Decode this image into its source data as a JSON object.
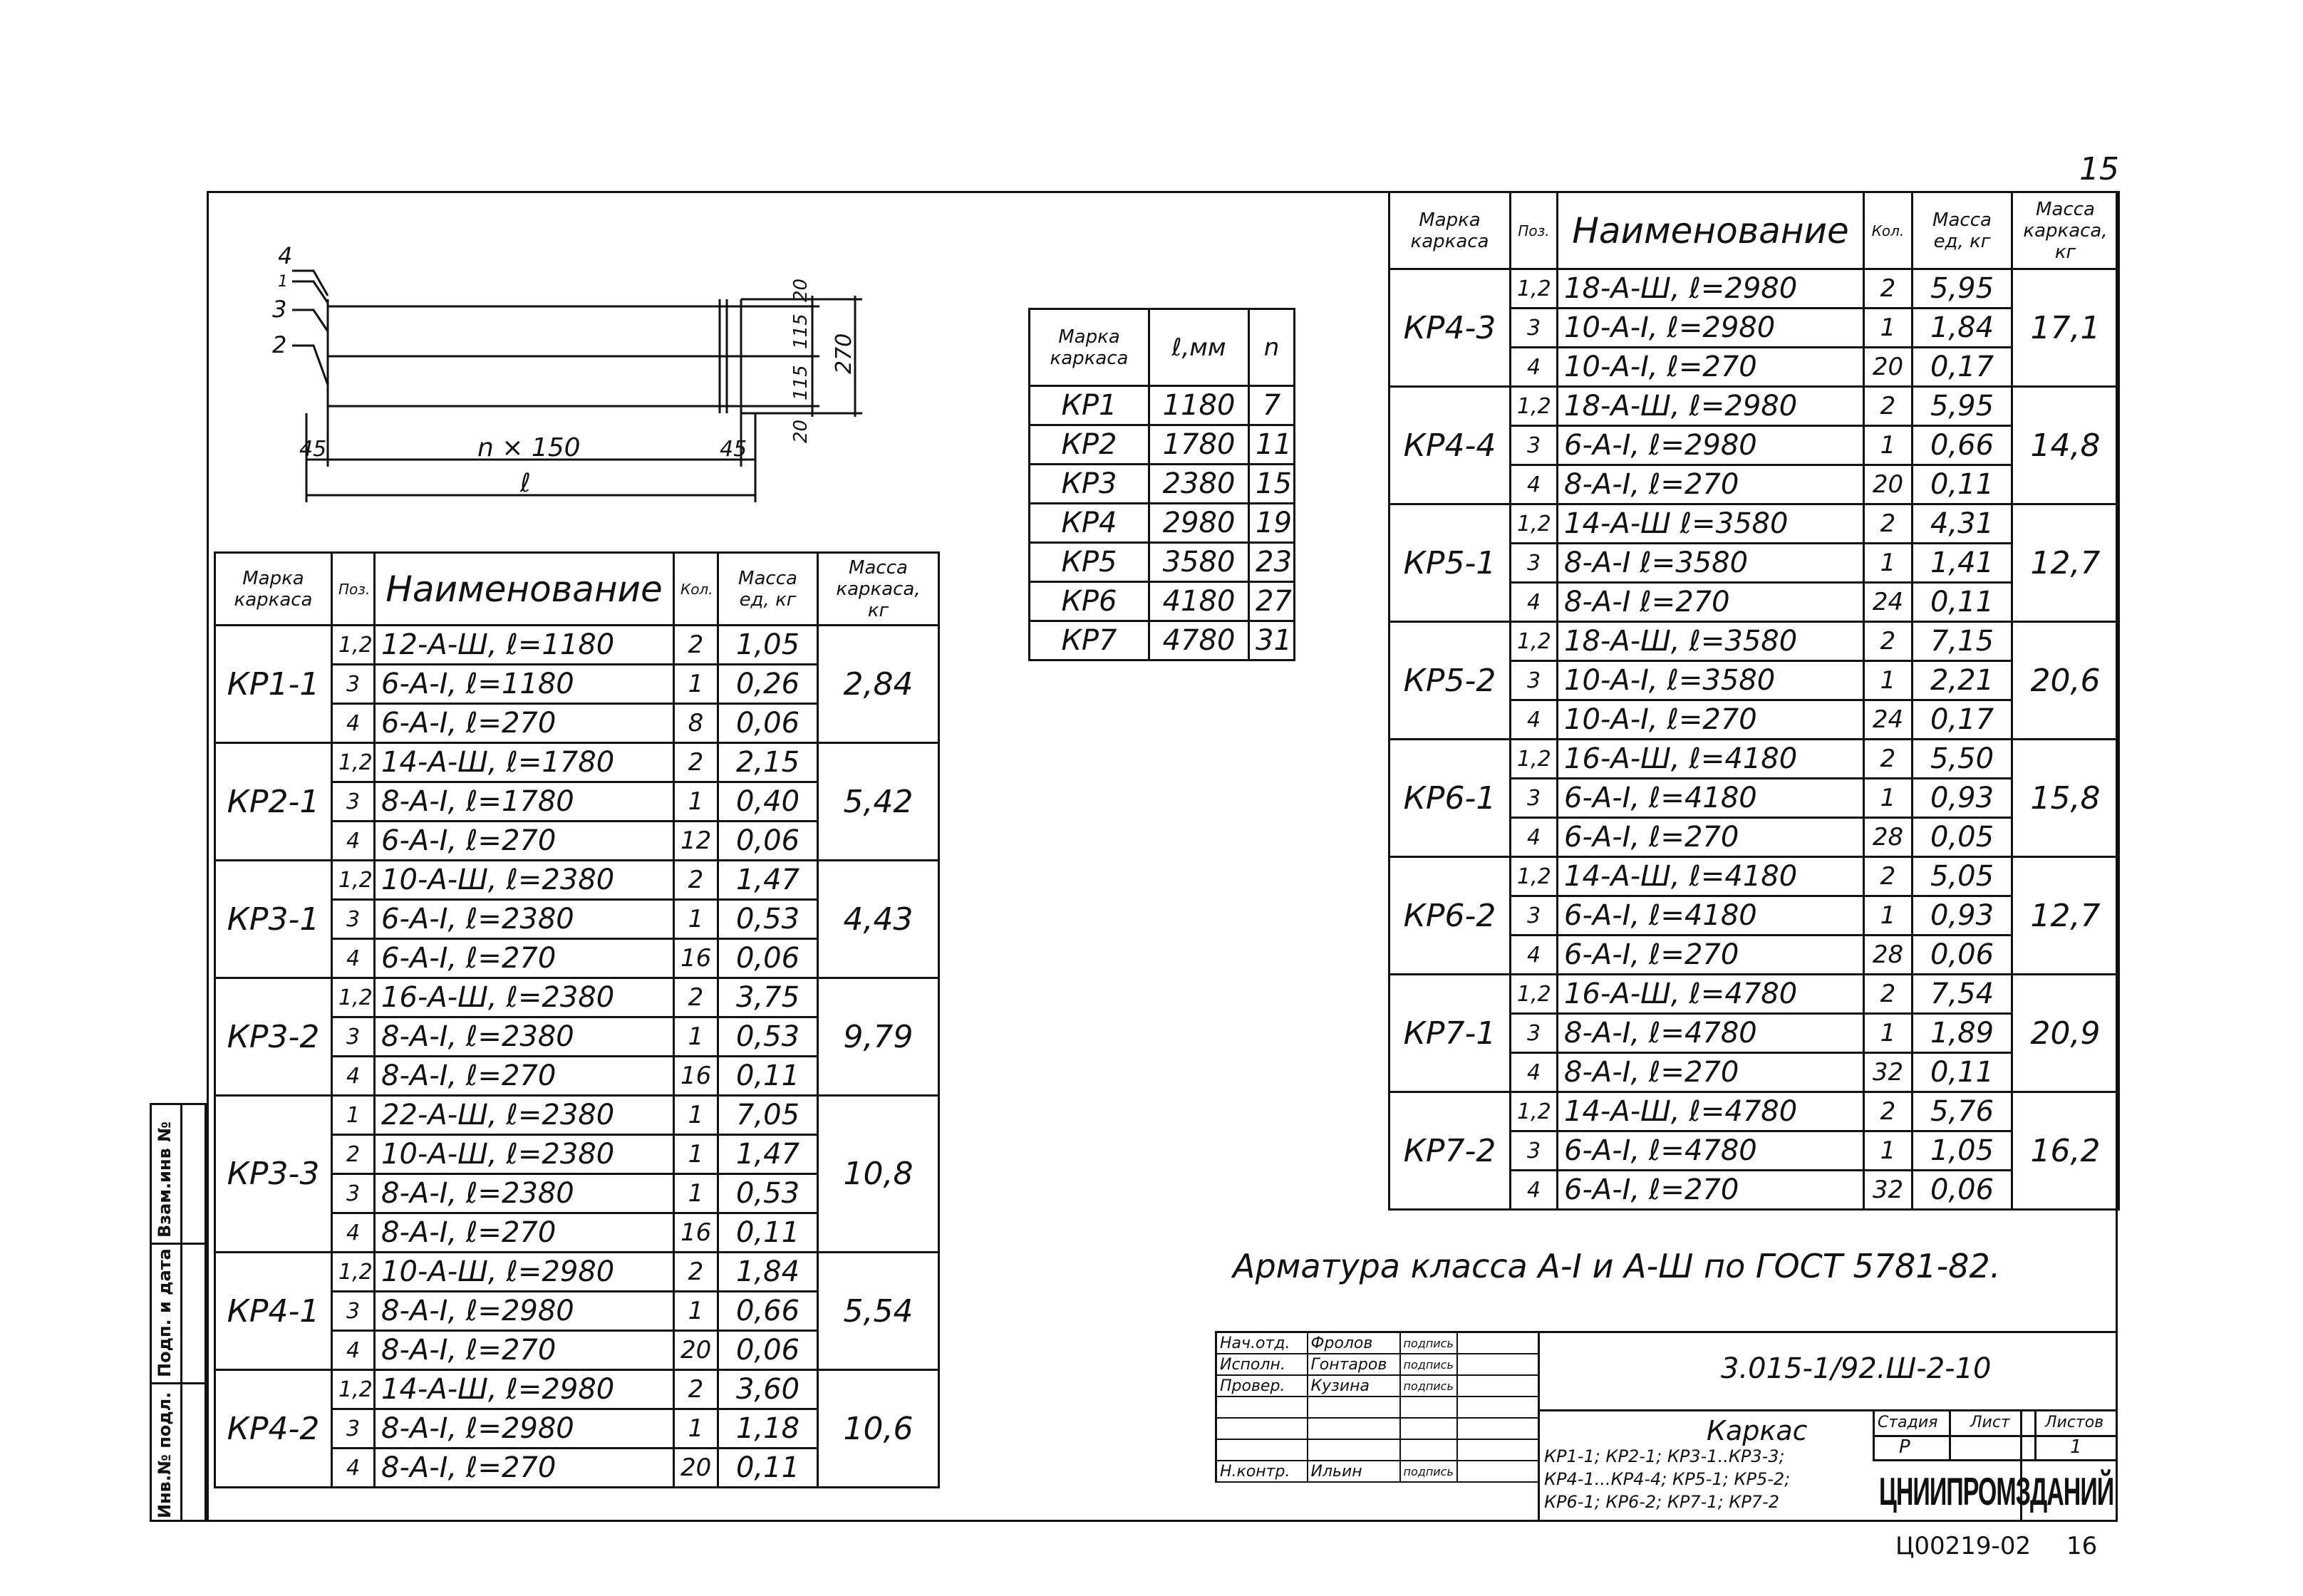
{
  "page_number": "15",
  "drawing": {
    "callouts": [
      "4",
      "1",
      "3",
      "2"
    ],
    "dim_left": "45",
    "dim_right": "45",
    "dim_mid": "n × 150",
    "dim_total": "ℓ",
    "dim_v_top": "20",
    "dim_v_1": "115",
    "dim_v_2": "115",
    "dim_v_bottom": "20",
    "dim_v_total": "270"
  },
  "length_table": {
    "headers": [
      "Марка каркаса",
      "ℓ,мм",
      "n"
    ],
    "rows": [
      [
        "КР1",
        "1180",
        "7"
      ],
      [
        "КР2",
        "1780",
        "11"
      ],
      [
        "КР3",
        "2380",
        "15"
      ],
      [
        "КР4",
        "2980",
        "19"
      ],
      [
        "КР5",
        "3580",
        "23"
      ],
      [
        "КР6",
        "4180",
        "27"
      ],
      [
        "КР7",
        "4780",
        "31"
      ]
    ]
  },
  "spec_headers": [
    "Марка каркаса",
    "Поз.",
    "Наименование",
    "Кол.",
    "Масса ед, кг",
    "Масса каркаса, кг"
  ],
  "left_spec": [
    {
      "mark": "КР1-1",
      "mass": "2,84",
      "rows": [
        [
          "1,2",
          "12-А-Ш, ℓ=1180",
          "2",
          "1,05"
        ],
        [
          "3",
          "6-А-I, ℓ=1180",
          "1",
          "0,26"
        ],
        [
          "4",
          "6-А-I, ℓ=270",
          "8",
          "0,06"
        ]
      ]
    },
    {
      "mark": "КР2-1",
      "mass": "5,42",
      "rows": [
        [
          "1,2",
          "14-А-Ш, ℓ=1780",
          "2",
          "2,15"
        ],
        [
          "3",
          "8-А-I, ℓ=1780",
          "1",
          "0,40"
        ],
        [
          "4",
          "6-А-I, ℓ=270",
          "12",
          "0,06"
        ]
      ]
    },
    {
      "mark": "КР3-1",
      "mass": "4,43",
      "rows": [
        [
          "1,2",
          "10-А-Ш, ℓ=2380",
          "2",
          "1,47"
        ],
        [
          "3",
          "6-А-I, ℓ=2380",
          "1",
          "0,53"
        ],
        [
          "4",
          "6-А-I, ℓ=270",
          "16",
          "0,06"
        ]
      ]
    },
    {
      "mark": "КР3-2",
      "mass": "9,79",
      "rows": [
        [
          "1,2",
          "16-А-Ш, ℓ=2380",
          "2",
          "3,75"
        ],
        [
          "3",
          "8-А-I, ℓ=2380",
          "1",
          "0,53"
        ],
        [
          "4",
          "8-А-I, ℓ=270",
          "16",
          "0,11"
        ]
      ]
    },
    {
      "mark": "КР3-3",
      "mass": "10,8",
      "rows": [
        [
          "1",
          "22-А-Ш, ℓ=2380",
          "1",
          "7,05"
        ],
        [
          "2",
          "10-А-Ш, ℓ=2380",
          "1",
          "1,47"
        ],
        [
          "3",
          "8-А-I, ℓ=2380",
          "1",
          "0,53"
        ],
        [
          "4",
          "8-А-I, ℓ=270",
          "16",
          "0,11"
        ]
      ]
    },
    {
      "mark": "КР4-1",
      "mass": "5,54",
      "rows": [
        [
          "1,2",
          "10-А-Ш, ℓ=2980",
          "2",
          "1,84"
        ],
        [
          "3",
          "8-А-I, ℓ=2980",
          "1",
          "0,66"
        ],
        [
          "4",
          "8-А-I, ℓ=270",
          "20",
          "0,06"
        ]
      ]
    },
    {
      "mark": "КР4-2",
      "mass": "10,6",
      "rows": [
        [
          "1,2",
          "14-А-Ш, ℓ=2980",
          "2",
          "3,60"
        ],
        [
          "3",
          "8-А-I, ℓ=2980",
          "1",
          "1,18"
        ],
        [
          "4",
          "8-А-I, ℓ=270",
          "20",
          "0,11"
        ]
      ]
    }
  ],
  "right_spec": [
    {
      "mark": "КР4-3",
      "mass": "17,1",
      "rows": [
        [
          "1,2",
          "18-А-Ш, ℓ=2980",
          "2",
          "5,95"
        ],
        [
          "3",
          "10-А-I, ℓ=2980",
          "1",
          "1,84"
        ],
        [
          "4",
          "10-А-I, ℓ=270",
          "20",
          "0,17"
        ]
      ]
    },
    {
      "mark": "КР4-4",
      "mass": "14,8",
      "rows": [
        [
          "1,2",
          "18-А-Ш, ℓ=2980",
          "2",
          "5,95"
        ],
        [
          "3",
          "6-А-I, ℓ=2980",
          "1",
          "0,66"
        ],
        [
          "4",
          "8-А-I, ℓ=270",
          "20",
          "0,11"
        ]
      ]
    },
    {
      "mark": "КР5-1",
      "mass": "12,7",
      "rows": [
        [
          "1,2",
          "14-А-Ш ℓ=3580",
          "2",
          "4,31"
        ],
        [
          "3",
          "8-А-I ℓ=3580",
          "1",
          "1,41"
        ],
        [
          "4",
          "8-А-I ℓ=270",
          "24",
          "0,11"
        ]
      ]
    },
    {
      "mark": "КР5-2",
      "mass": "20,6",
      "rows": [
        [
          "1,2",
          "18-А-Ш, ℓ=3580",
          "2",
          "7,15"
        ],
        [
          "3",
          "10-А-I, ℓ=3580",
          "1",
          "2,21"
        ],
        [
          "4",
          "10-А-I, ℓ=270",
          "24",
          "0,17"
        ]
      ]
    },
    {
      "mark": "КР6-1",
      "mass": "15,8",
      "rows": [
        [
          "1,2",
          "16-А-Ш, ℓ=4180",
          "2",
          "5,50"
        ],
        [
          "3",
          "6-А-I, ℓ=4180",
          "1",
          "0,93"
        ],
        [
          "4",
          "6-А-I, ℓ=270",
          "28",
          "0,05"
        ]
      ]
    },
    {
      "mark": "КР6-2",
      "mass": "12,7",
      "rows": [
        [
          "1,2",
          "14-А-Ш, ℓ=4180",
          "2",
          "5,05"
        ],
        [
          "3",
          "6-А-I, ℓ=4180",
          "1",
          "0,93"
        ],
        [
          "4",
          "6-А-I, ℓ=270",
          "28",
          "0,06"
        ]
      ]
    },
    {
      "mark": "КР7-1",
      "mass": "20,9",
      "rows": [
        [
          "1,2",
          "16-А-Ш, ℓ=4780",
          "2",
          "7,54"
        ],
        [
          "3",
          "8-А-I, ℓ=4780",
          "1",
          "1,89"
        ],
        [
          "4",
          "8-А-I, ℓ=270",
          "32",
          "0,11"
        ]
      ]
    },
    {
      "mark": "КР7-2",
      "mass": "16,2",
      "rows": [
        [
          "1,2",
          "14-А-Ш, ℓ=4780",
          "2",
          "5,76"
        ],
        [
          "3",
          "6-А-I, ℓ=4780",
          "1",
          "1,05"
        ],
        [
          "4",
          "6-А-I, ℓ=270",
          "32",
          "0,06"
        ]
      ]
    }
  ],
  "note": "Арматура класса А-I и А-Ш по ГОСТ 5781-82.",
  "sidebar": {
    "labels": [
      "Взам.инв №",
      "Подп. и дата",
      "Инв.№ подл."
    ]
  },
  "title_block": {
    "signers": [
      [
        "Нач.отд.",
        "Фролов",
        "подпись"
      ],
      [
        "Исполн.",
        "Гонтаров",
        "подпись"
      ],
      [
        "Провер.",
        "Кузина",
        "подпись"
      ],
      [
        "",
        "",
        ""
      ],
      [
        "",
        "",
        ""
      ],
      [
        "",
        "",
        ""
      ],
      [
        "Н.контр.",
        "Ильин",
        "подпись"
      ]
    ],
    "code": "3.015-1/92.Ш-2-10",
    "title": "Каркас",
    "subtitle_lines": [
      "КР1-1; КР2-1; КР3-1..КР3-3;",
      "КР4-1...КР4-4; КР5-1; КР5-2;",
      "КР6-1; КР6-2; КР7-1; КР7-2"
    ],
    "stage_header": "Стадия",
    "sheet_header": "Лист",
    "sheets_header": "Листов",
    "stage": "Р",
    "sheet": "",
    "sheets": "1",
    "org": "ЦНИИПРОМЗДАНИЙ"
  },
  "footer": {
    "archive_no": "Ц00219-02",
    "page": "16"
  }
}
